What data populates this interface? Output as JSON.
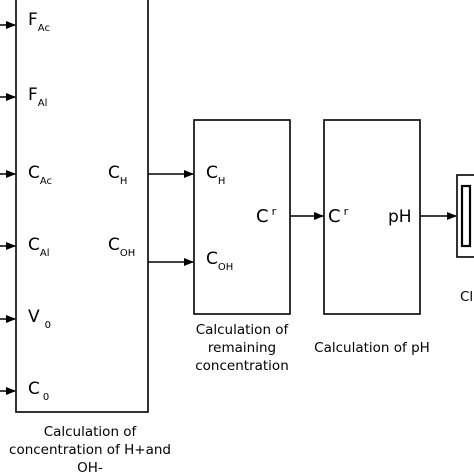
{
  "block1": {
    "inputs": [
      {
        "main": "F",
        "sub": "Ac",
        "sup": ""
      },
      {
        "main": "F",
        "sub": "Al",
        "sup": ""
      },
      {
        "main": "C",
        "sub": "Ac",
        "sup": ""
      },
      {
        "main": "C",
        "sub": "Al",
        "sup": ""
      },
      {
        "main": "V",
        "sub": "0",
        "sup": ""
      },
      {
        "main": "C",
        "sub": "0",
        "sup": ""
      }
    ],
    "outputs": [
      {
        "main": "C",
        "sub": "H",
        "sup": ""
      },
      {
        "main": "C",
        "sub": "OH",
        "sup": ""
      }
    ],
    "caption": [
      "Calculation of",
      "concentration of H+and",
      "OH-"
    ]
  },
  "block2": {
    "inputs": [
      {
        "main": "C",
        "sub": "H",
        "sup": ""
      },
      {
        "main": "C",
        "sub": "OH",
        "sup": ""
      }
    ],
    "output": {
      "main": "C",
      "sub": "",
      "sup": "r"
    },
    "caption": [
      "Calculation of",
      "remaining",
      "concentration"
    ]
  },
  "block3": {
    "input": {
      "main": "C",
      "sub": "",
      "sup": "r"
    },
    "output": {
      "main": "pH",
      "sub": "",
      "sup": ""
    },
    "caption": [
      "Calculation of pH"
    ]
  },
  "block4": {
    "caption_fragment": "Cl"
  }
}
